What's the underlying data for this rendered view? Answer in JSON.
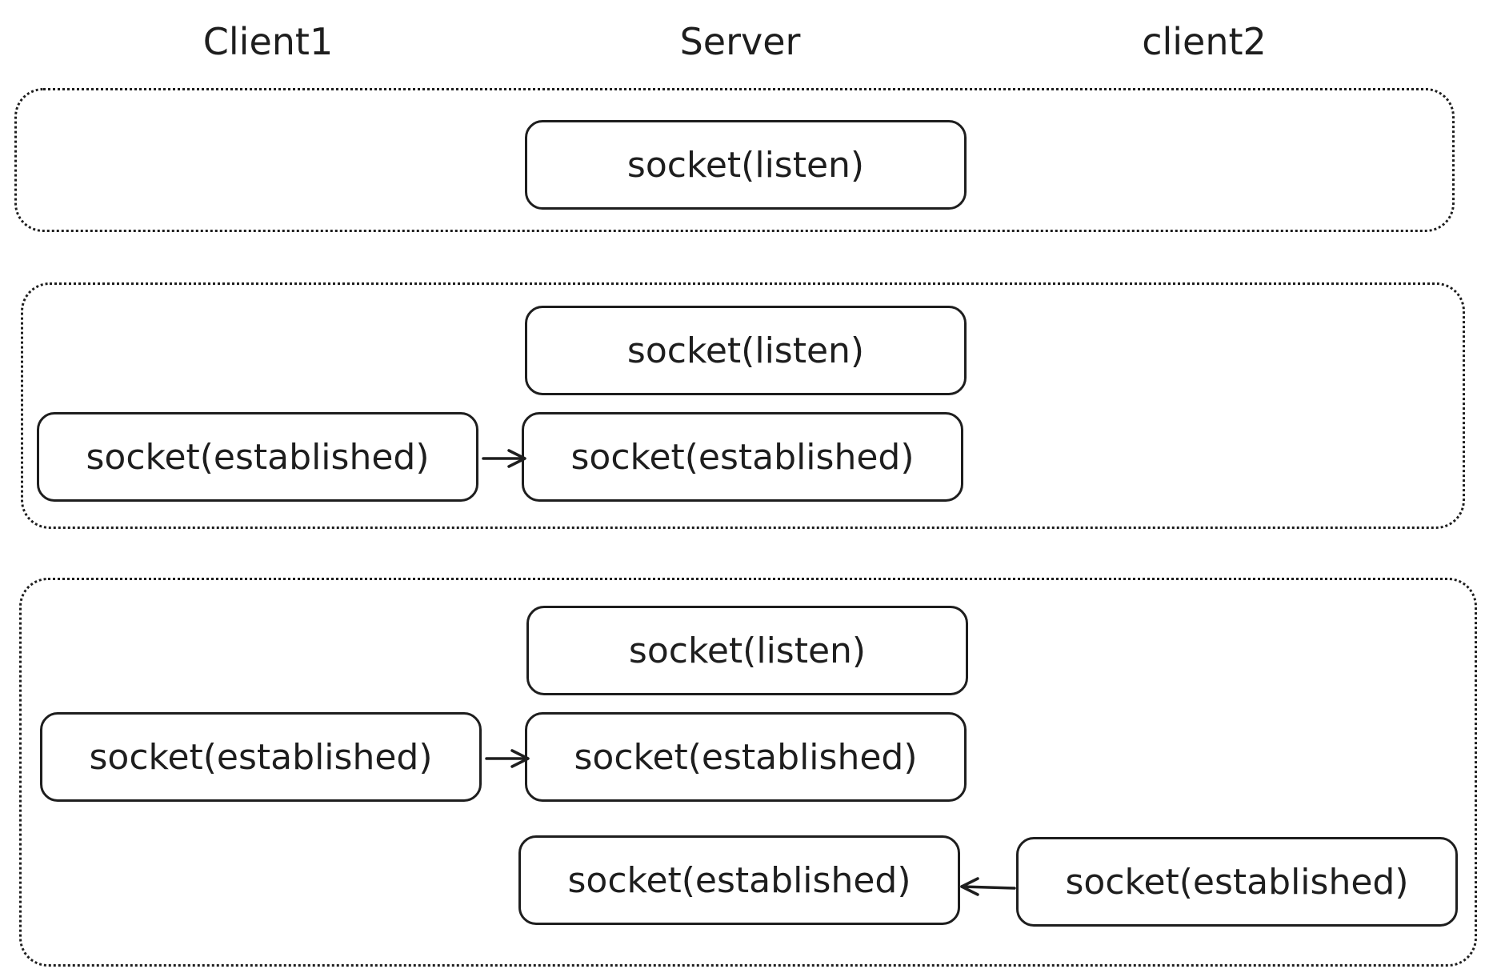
{
  "headers": {
    "client1": "Client1",
    "server": "Server",
    "client2": "client2"
  },
  "stage1": {
    "server_listen": "socket(listen)"
  },
  "stage2": {
    "server_listen": "socket(listen)",
    "client1_established": "socket(established)",
    "server_established_1": "socket(established)"
  },
  "stage3": {
    "server_listen": "socket(listen)",
    "client1_established": "socket(established)",
    "server_established_1": "socket(established)",
    "server_established_2": "socket(established)",
    "client2_established": "socket(established)"
  }
}
